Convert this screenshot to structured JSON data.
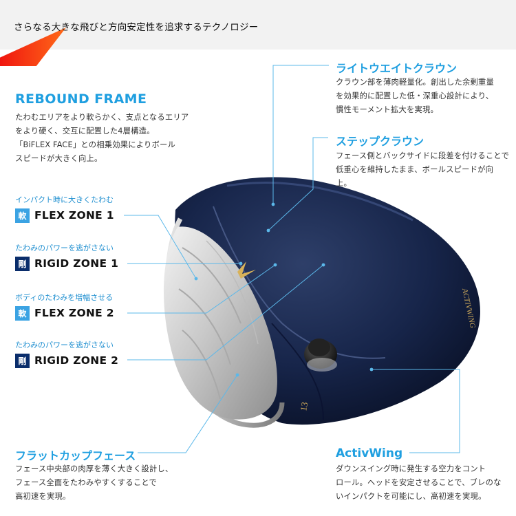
{
  "header": {
    "title": "さらなる大きな飛びと方向安定性を追求するテクノロジー"
  },
  "rebound": {
    "title": "REBOUND FRAME",
    "lines": [
      "たわむエリアをより軟らかく、支点となるエリア",
      "をより硬く、交互に配置した4層構造。",
      "「BiFLEX FACE」との相乗効果によりボール",
      "スピードが大きく向上。"
    ]
  },
  "zones": [
    {
      "sub": "インパクト時に大きくたわむ",
      "badge": "軟",
      "label": "FLEX ZONE 1"
    },
    {
      "sub": "たわみのパワーを逃がさない",
      "badge": "剛",
      "label": "RIGID ZONE 1"
    },
    {
      "sub": "ボディのたわみを増幅させる",
      "badge": "軟",
      "label": "FLEX ZONE 2"
    },
    {
      "sub": "たわみのパワーを逃がさない",
      "badge": "剛",
      "label": "RIGID ZONE 2"
    }
  ],
  "light_crown": {
    "title": "ライトウエイトクラウン",
    "lines": [
      "クラウン部を薄肉軽量化。創出した余剰重量",
      "を効果的に配置した低・深重心設計により、",
      "慣性モーメント拡大を実現。"
    ]
  },
  "step_crown": {
    "title": "ステップクラウン",
    "lines": [
      "フェース側とバックサイドに段差を付けることで",
      "低重心を維持したまま、ボールスピードが向",
      "上。"
    ]
  },
  "flat_cup": {
    "title": "フラットカップフェース",
    "lines": [
      "フェース中央部の肉厚を薄く大きく設計し、",
      "フェース全面をたわみやすくすることで",
      "高初速を実現。"
    ]
  },
  "activwing": {
    "title": "ActivWing",
    "lines": [
      "ダウンスイング時に発生する空力をコント",
      "ロール。ヘッドを安定させることで、ブレのな",
      "いインパクトを可能にし、高初速を実現。"
    ]
  },
  "club": {
    "crown_text": "ACTIVWING",
    "loft_text": "13"
  },
  "colors": {
    "accent_blue": "#1f9fe0",
    "navy": "#0a2d6b",
    "badge_soft": "#3ba3e3",
    "leader": "#5bb8ea"
  }
}
